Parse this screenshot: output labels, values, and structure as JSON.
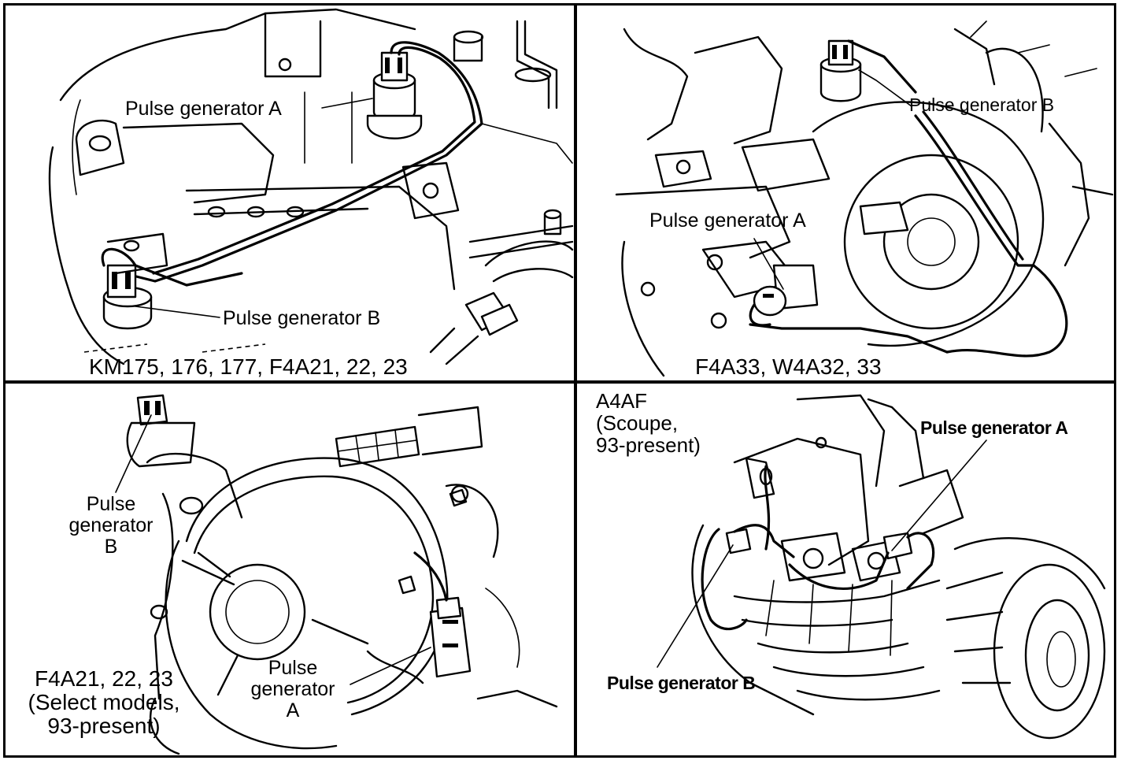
{
  "panels": [
    {
      "caption": "KM175, 176, 177, F4A21, 22, 23",
      "labels": {
        "pg_a": "Pulse  generator  A",
        "pg_b": "Pulse  generator  B"
      }
    },
    {
      "caption": "F4A33, W4A32, 33",
      "labels": {
        "pg_a": "Pulse  generator  A",
        "pg_b": "Pulse generator B"
      }
    },
    {
      "caption": "F4A21, 22, 23\n(Select models,\n93-present)",
      "labels": {
        "pg_a": "Pulse\ngenerator\nA",
        "pg_b": "Pulse\ngenerator\nB"
      }
    },
    {
      "caption": "A4AF\n(Scoupe,\n93-present)",
      "labels": {
        "pg_a": "Pulse generator A",
        "pg_b": "Pulse generator B"
      }
    }
  ]
}
